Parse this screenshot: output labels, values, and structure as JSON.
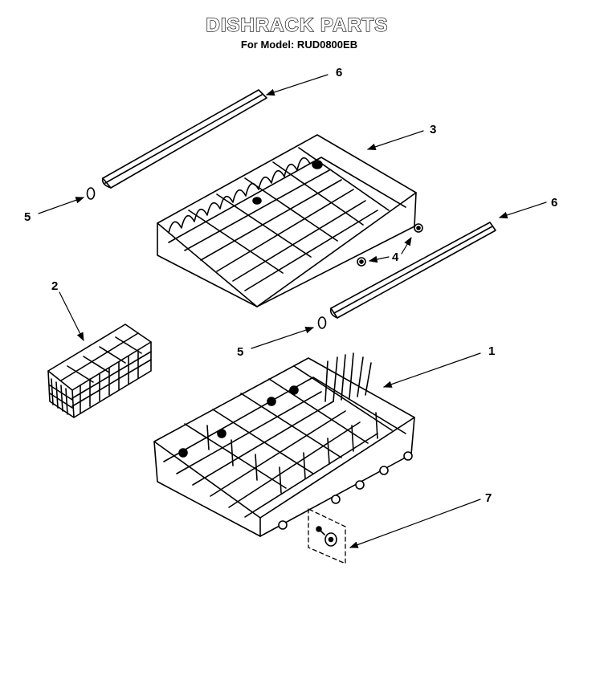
{
  "title": "DISHRACK PARTS",
  "subtitle": "For Model: RUD0800EB",
  "callouts": {
    "c1": "1",
    "c2": "2",
    "c3": "3",
    "c4": "4",
    "c5a": "5",
    "c5b": "5",
    "c6a": "6",
    "c6b": "6",
    "c7": "7"
  },
  "parts": [
    {
      "number": "1",
      "icon": "lower-dishrack"
    },
    {
      "number": "2",
      "icon": "silverware-basket"
    },
    {
      "number": "3",
      "icon": "upper-dishrack"
    },
    {
      "number": "4",
      "icon": "rack-roller"
    },
    {
      "number": "5",
      "icon": "end-cap"
    },
    {
      "number": "6",
      "icon": "rack-track"
    },
    {
      "number": "7",
      "icon": "lower-rack-wheel"
    }
  ]
}
